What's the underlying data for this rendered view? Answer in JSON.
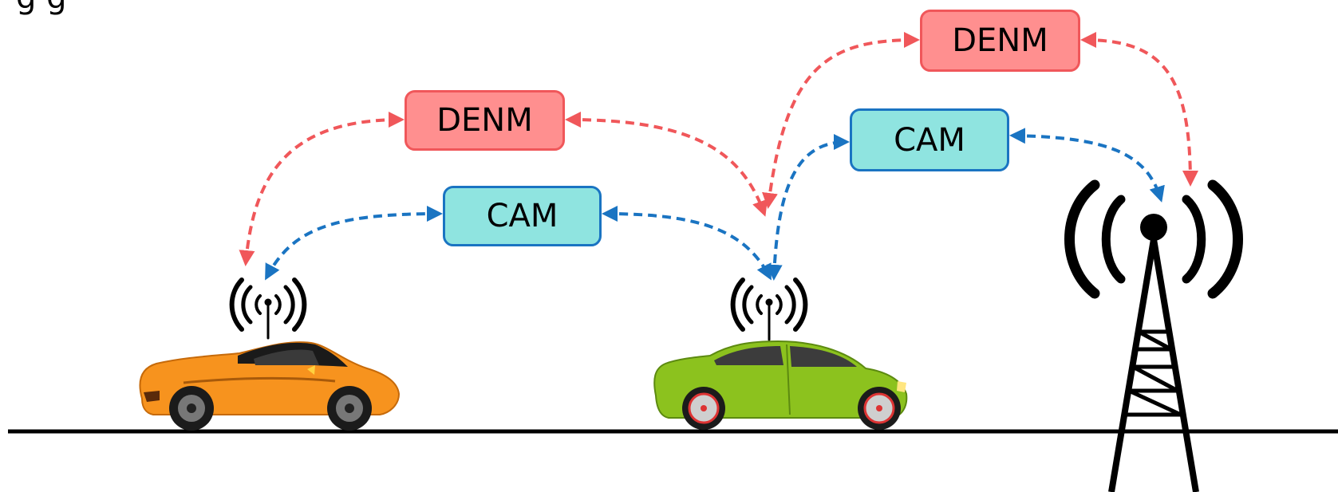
{
  "caption_fragment": "g              g",
  "messages": {
    "denm_label": "DENM",
    "cam_label": "CAM"
  },
  "colors": {
    "denm_fill": "#ff8f8f",
    "denm_border": "#f0575a",
    "denm_arrow": "#f0575a",
    "cam_fill": "#8fe4e0",
    "cam_border": "#1a74c2",
    "cam_arrow": "#1a74c2",
    "orange_car": "#f7931e",
    "green_car": "#8cc21e",
    "road": "#000000"
  },
  "icons": {
    "vehicle_1": "orange-sports-car-icon",
    "vehicle_2": "green-sedan-icon",
    "antenna": "wireless-antenna-icon",
    "tower": "cell-tower-icon"
  }
}
